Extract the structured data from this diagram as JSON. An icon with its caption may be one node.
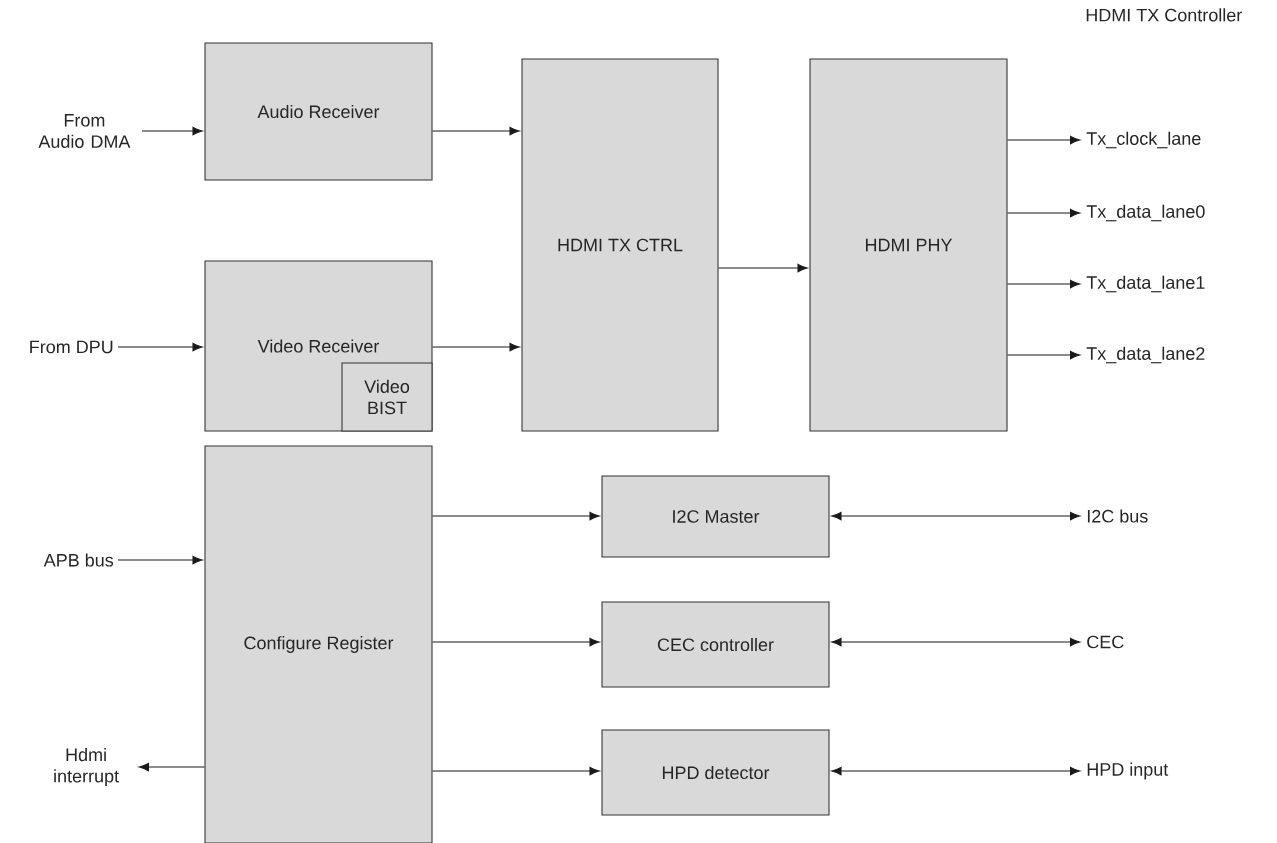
{
  "diagram": {
    "title": "HDMI TX Controller",
    "nodes": [
      {
        "text": [
          "Audio Receiver"
        ]
      },
      {
        "text": [
          "Video Receiver"
        ]
      },
      {
        "text": [
          "Video BIST"
        ],
        "in": 1
      },
      {
        "text": [
          "HDMI TX CTRL"
        ]
      },
      {
        "text": [
          "HDMI PHY"
        ]
      },
      {
        "text": [
          "Configure Register"
        ]
      },
      {
        "text": [
          "I2C Master"
        ]
      },
      {
        "text": [
          "CEC controller"
        ]
      },
      {
        "text": [
          "HPD detector"
        ]
      },
      {
        "text": [
          "From Audio DMA"
        ]
      },
      {
        "text": [
          "From DPU"
        ]
      },
      {
        "text": [
          "Tx_clock_lane"
        ]
      },
      {
        "text": [
          "Tx_data_lane0"
        ]
      },
      {
        "text": [
          "Tx_data_lane1"
        ]
      },
      {
        "text": [
          "Tx_data_lane2"
        ]
      },
      {
        "text": [
          "APB bus"
        ]
      },
      {
        "text": [
          "Hdmi interrupt"
        ]
      },
      {
        "text": [
          "I2C bus"
        ]
      },
      {
        "text": [
          "CEC"
        ]
      },
      {
        "text": [
          "HPD input"
        ]
      }
    ],
    "edges": [
      {
        "from": 9,
        "to": 0,
        "arrow": "to"
      },
      {
        "from": 10,
        "to": 1,
        "arrow": "to"
      },
      {
        "from": 0,
        "to": 3,
        "arrow": "to"
      },
      {
        "from": 1,
        "to": 3,
        "arrow": "to"
      },
      {
        "from": 3,
        "to": 4,
        "arrow": "to"
      },
      {
        "from": 4,
        "to": 11,
        "arrow": "to"
      },
      {
        "from": 4,
        "to": 12,
        "arrow": "to"
      },
      {
        "from": 4,
        "to": 13,
        "arrow": "to"
      },
      {
        "from": 4,
        "to": 14,
        "arrow": "to"
      },
      {
        "from": 15,
        "to": 5,
        "arrow": "to"
      },
      {
        "from": 5,
        "to": 16,
        "arrow": "to"
      },
      {
        "from": 5,
        "to": 6,
        "arrow": "to"
      },
      {
        "from": 5,
        "to": 7,
        "arrow": "to"
      },
      {
        "from": 5,
        "to": 8,
        "arrow": "to"
      },
      {
        "from": 6,
        "to": 17,
        "arrow": "both"
      },
      {
        "from": 7,
        "to": 18,
        "arrow": "both"
      },
      {
        "from": 8,
        "to": 19,
        "arrow": "both"
      }
    ]
  }
}
